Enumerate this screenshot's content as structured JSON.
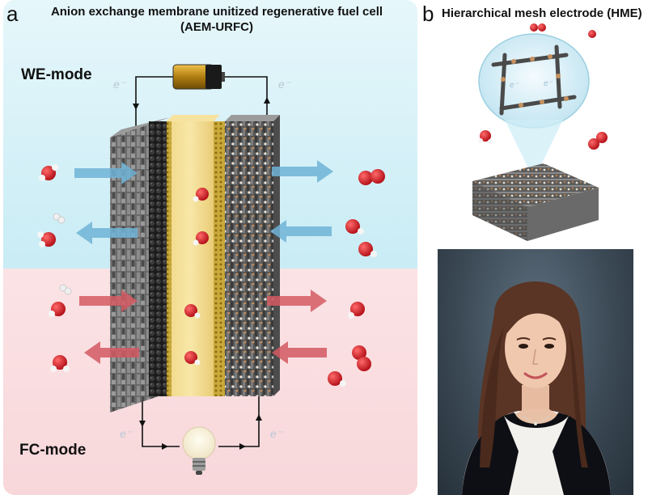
{
  "panel_a": {
    "letter": "a",
    "title_line1": "Anion exchange membrane unitized regenerative fuel cell",
    "title_line2": "(AEM-URFC)",
    "we_mode": "WE-mode",
    "fc_mode": "FC-mode",
    "electron": "e⁻"
  },
  "panel_b": {
    "letter": "b",
    "title": "Hierarchical mesh electrode (HME)",
    "electron": "e⁻"
  },
  "colors": {
    "we_background": "#d6f2f8",
    "fc_background": "#fbe0e2",
    "membrane": "#f3dc8f",
    "oxygen": "#d0141c",
    "blue_arrow": "#6fb3d6",
    "red_arrow": "#d45a63"
  }
}
